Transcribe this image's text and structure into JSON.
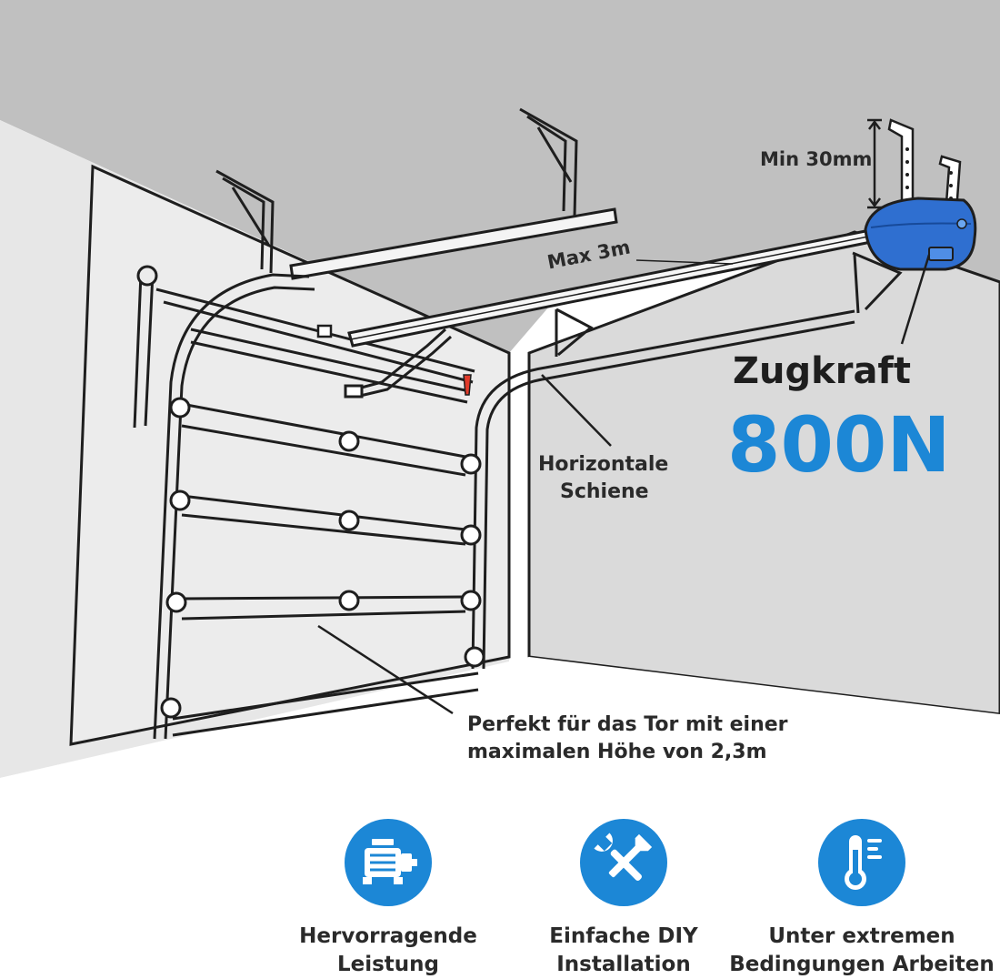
{
  "labels": {
    "min_height": "Min 30mm",
    "max_length": "Max 3m",
    "force_label": "Zugkraft",
    "force_value": "800N",
    "rail_line1": "Horizontale",
    "rail_line2": "Schiene",
    "door_line1": "Perfekt für das Tor mit einer",
    "door_line2": "maximalen Höhe von 2,3m"
  },
  "features": [
    {
      "icon": "motor-icon",
      "line1": "Hervorragende",
      "line2": "Leistung"
    },
    {
      "icon": "tools-icon",
      "line1": "Einfache DIY",
      "line2": "Installation"
    },
    {
      "icon": "thermometer-icon",
      "line1": "Unter extremen",
      "line2": "Bedingungen Arbeiten"
    }
  ],
  "colors": {
    "accent": "#1c87d6",
    "motor_blue": "#2f6fd0",
    "ceiling": "#c0c0c0",
    "wall": "#e7e7e7",
    "text": "#2a2a2a"
  }
}
